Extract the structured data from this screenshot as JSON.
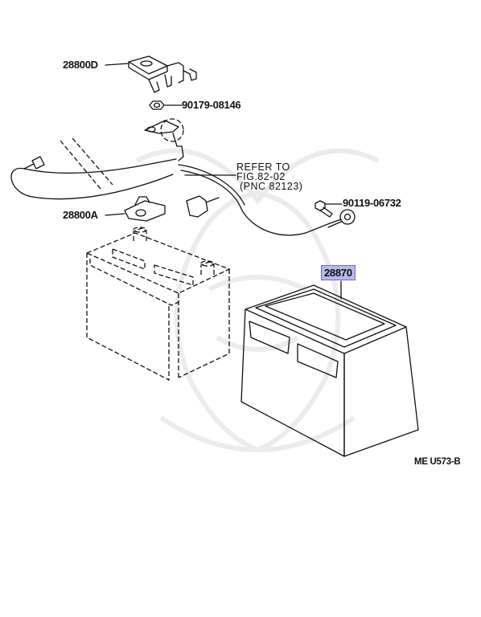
{
  "labels": {
    "clamp_part": "28800D",
    "nut_part": "90179-08146",
    "terminal_part": "28800A",
    "bolt_part": "90119-06732",
    "tray_part": "28870",
    "refer_line1": "REFER TO",
    "refer_line2": "FIG.82-02",
    "refer_line3": "(PNC 82123)",
    "figure_code": "ME U573-B"
  },
  "highlight_color": "#b7b9e6"
}
